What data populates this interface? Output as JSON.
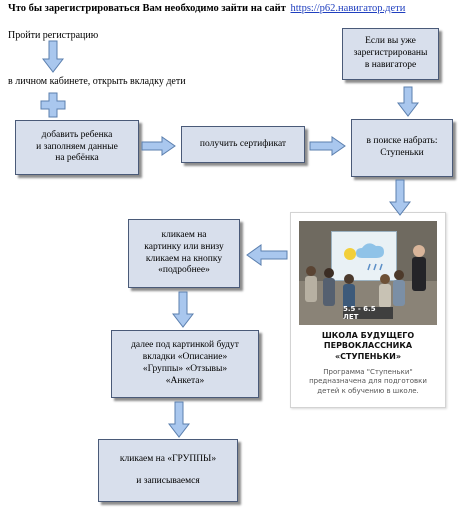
{
  "header": {
    "text": "Что бы зарегистрироваться  Вам необходимо зайти на сайт",
    "link": "https://p62.навигатор.дети"
  },
  "notes": {
    "register": "Пройти регистрацию",
    "cabinet": "в личном кабинете, открыть вкладку дети"
  },
  "boxes": {
    "already_registered": [
      "Если вы уже",
      "зарегистрированы",
      "в навигаторе"
    ],
    "add_child": [
      "добавить ребенка",
      "и заполняем данные",
      "на ребёнка"
    ],
    "get_certificate": [
      "получить сертификат"
    ],
    "search": [
      "в поиске набрать:",
      "Ступеньки"
    ],
    "click_picture": [
      "кликаем на",
      "картинку или внизу",
      "кликаем на кнопку",
      "«подробнее»"
    ],
    "tabs": [
      "далее под картинкой будут",
      "вкладки «Описание»",
      "«Группы» «Отзывы»",
      "«Анкета»"
    ],
    "click_groups": [
      "кликаем на «ГРУППЫ»",
      "",
      "и записываемся"
    ]
  },
  "card": {
    "age_badge": "5.5 - 6.5 ЛЕТ",
    "title": [
      "ШКОЛА БУДУЩЕГО",
      "ПЕРВОКЛАССНИКА",
      "«СТУПЕНЬКИ»"
    ],
    "description": [
      "Программа \"Ступеньки\"",
      "предназначена для подготовки",
      "детей к обучению в школе."
    ]
  },
  "colors": {
    "box_fill": "#d8dfec",
    "arrow_fill": "#a9c7ee",
    "arrow_stroke": "#5b7fae"
  }
}
